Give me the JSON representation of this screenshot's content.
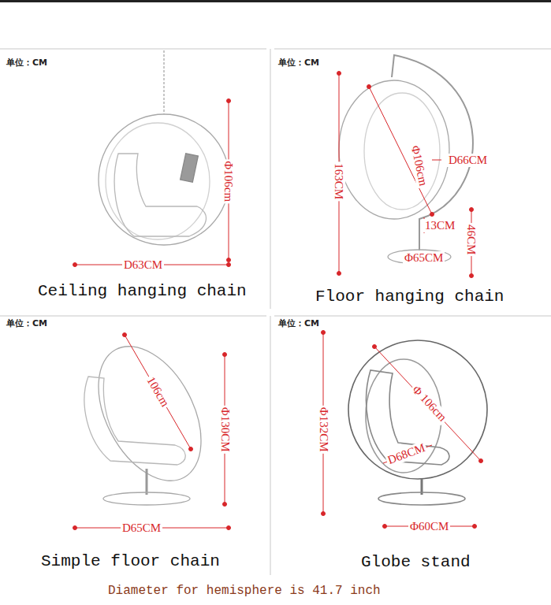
{
  "diagram": {
    "caption": "Diameter for hemisphere is 41.7 inch",
    "labels": [
      "单位：CM",
      "Φ106cm",
      "D63CM",
      "Ceiling hanging chain",
      "单位：CM",
      "Φ106cm",
      "D66CM",
      "163CM",
      "13CM",
      "46CM",
      "Φ65CM",
      "Floor hanging chain",
      "单位：CM",
      "106cm",
      "Φ130CM",
      "D65CM",
      "Simple floor chain",
      "单位：CM",
      "Φ 106cm",
      "Φ132CM",
      "D68CM",
      "Φ60CM",
      "Globe stand"
    ]
  }
}
